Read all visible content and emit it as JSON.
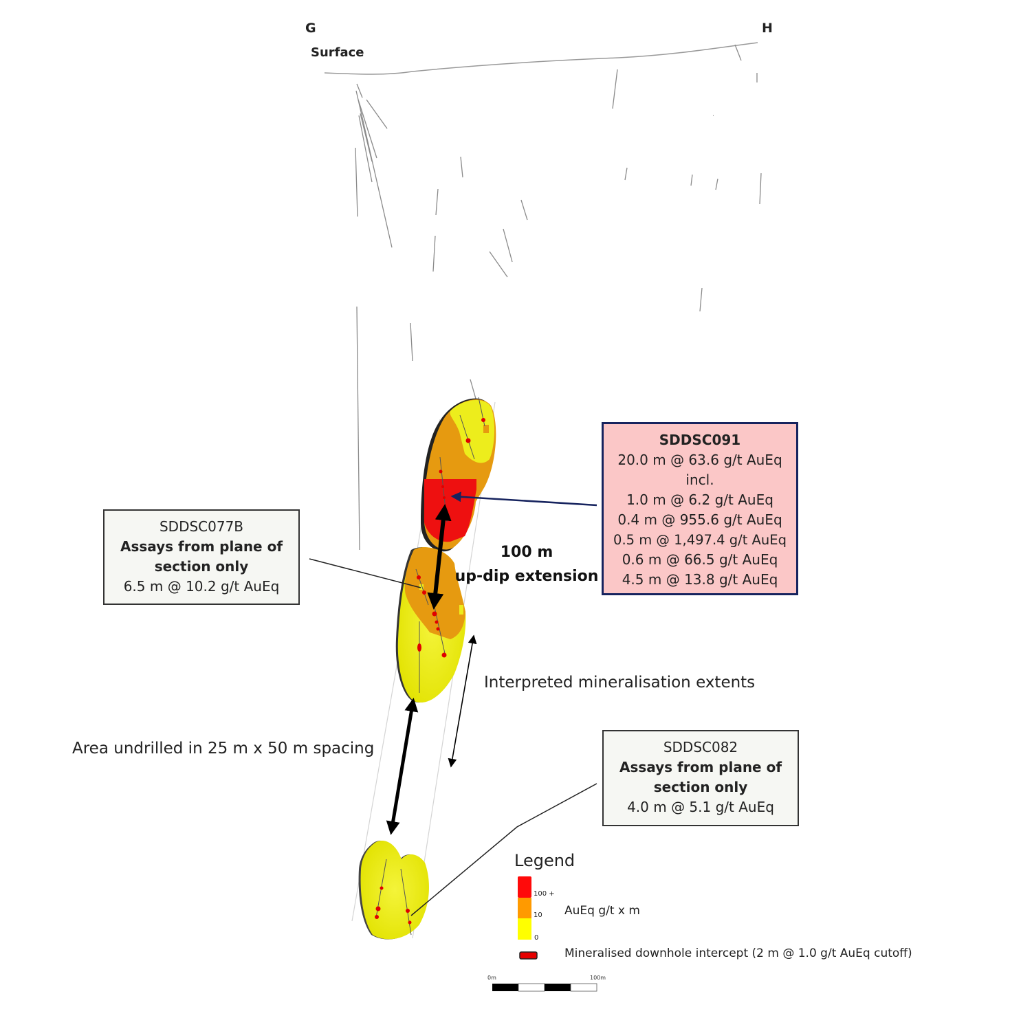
{
  "section": {
    "start_point": "G",
    "end_point": "H",
    "surface_label": "Surface"
  },
  "callouts": {
    "sddsc091": {
      "hole_id": "SDDSC091",
      "lines": [
        "20.0 m @ 63.6 g/t AuEq",
        "incl.",
        "1.0 m @ 6.2 g/t AuEq",
        "0.4 m @ 955.6 g/t AuEq",
        "0.5 m @ 1,497.4 g/t AuEq",
        "0.6 m @ 66.5 g/t AuEq",
        "4.5 m @ 13.8 g/t AuEq"
      ]
    },
    "sddsc077b": {
      "hole_id": "SDDSC077B",
      "note": "Assays from plane of section only",
      "note_line1": "Assays from plane of",
      "note_line2": "section only",
      "intercept": "6.5 m @ 10.2 g/t AuEq"
    },
    "sddsc082": {
      "hole_id": "SDDSC082",
      "note_line1": "Assays from plane of",
      "note_line2": "section only",
      "intercept": "4.0 m @ 5.1 g/t AuEq"
    }
  },
  "annotations": {
    "updip_line1": "100 m",
    "updip_line2": "up-dip extension",
    "interpreted": "Interpreted mineralisation extents",
    "undrilled": "Area undrilled in 25 m x 50 m spacing"
  },
  "legend": {
    "title": "Legend",
    "scale_label": "AuEq g/t x m",
    "ticks": [
      "100 +",
      "10",
      "0"
    ],
    "intercept_label": "Mineralised downhole intercept (2 m @ 1.0 g/t AuEq cutoff)",
    "colors": {
      "high": "#ff0a0a",
      "mid": "#ff9a00",
      "low": "#ffff00",
      "intercept": "#e60000"
    }
  },
  "scale_bar": {
    "start_label": "0m",
    "end_label": "100m"
  },
  "colors": {
    "callout_pink": "#fbc7c7",
    "callout_border_navy": "#16235e",
    "callout_grey": "#f6f7f3",
    "body_yellow": "#e8e800",
    "body_orange": "#e69a10",
    "body_red": "#ee1010",
    "drillhole_trace": "#8a8a8a"
  }
}
